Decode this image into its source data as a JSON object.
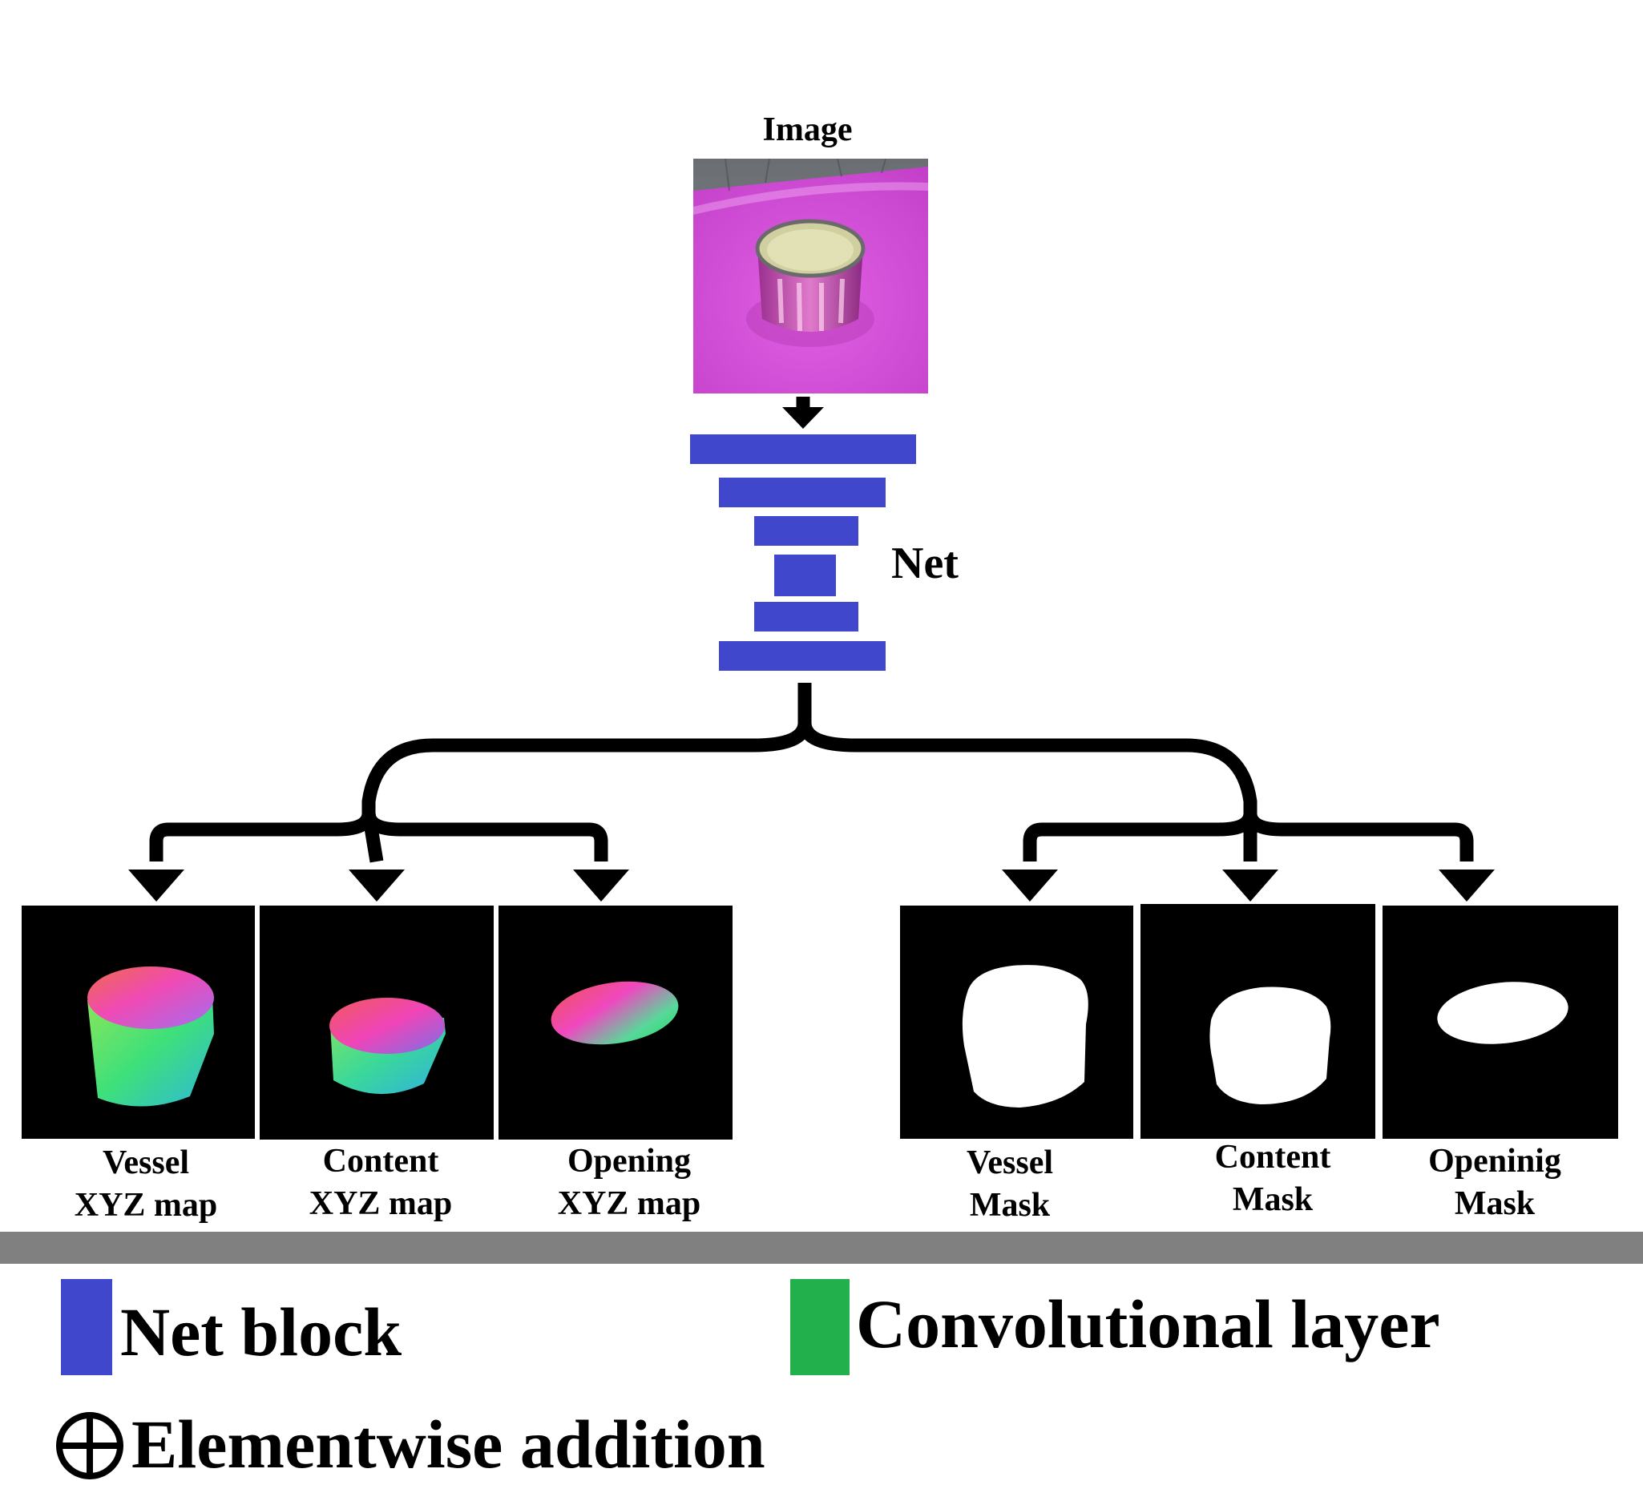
{
  "input": {
    "title": "Image"
  },
  "net": {
    "label": "Net",
    "block_color": "#4047CC"
  },
  "outputs": [
    {
      "line1": "Vessel",
      "line2": "XYZ map",
      "kind": "xyz",
      "shape": "vessel"
    },
    {
      "line1": "Content",
      "line2": "XYZ map",
      "kind": "xyz",
      "shape": "content"
    },
    {
      "line1": "Opening",
      "line2": "XYZ map",
      "kind": "xyz",
      "shape": "opening"
    },
    {
      "line1": "Vessel",
      "line2": "Mask",
      "kind": "mask",
      "shape": "vessel"
    },
    {
      "line1": "Content",
      "line2": "Mask",
      "kind": "mask",
      "shape": "content"
    },
    {
      "line1": "Openinig",
      "line2": "Mask",
      "kind": "mask",
      "shape": "opening"
    }
  ],
  "legend": {
    "net_block": {
      "label": "Net block",
      "color": "#4047CC"
    },
    "conv_layer": {
      "label": "Convolutional layer",
      "color": "#22B04C"
    },
    "addition": {
      "label": "Elementwise addition",
      "icon": "circled-plus-icon"
    }
  },
  "colors": {
    "divider": "#808080",
    "arrow": "#000000",
    "table_magenta": "#D94DD9"
  }
}
